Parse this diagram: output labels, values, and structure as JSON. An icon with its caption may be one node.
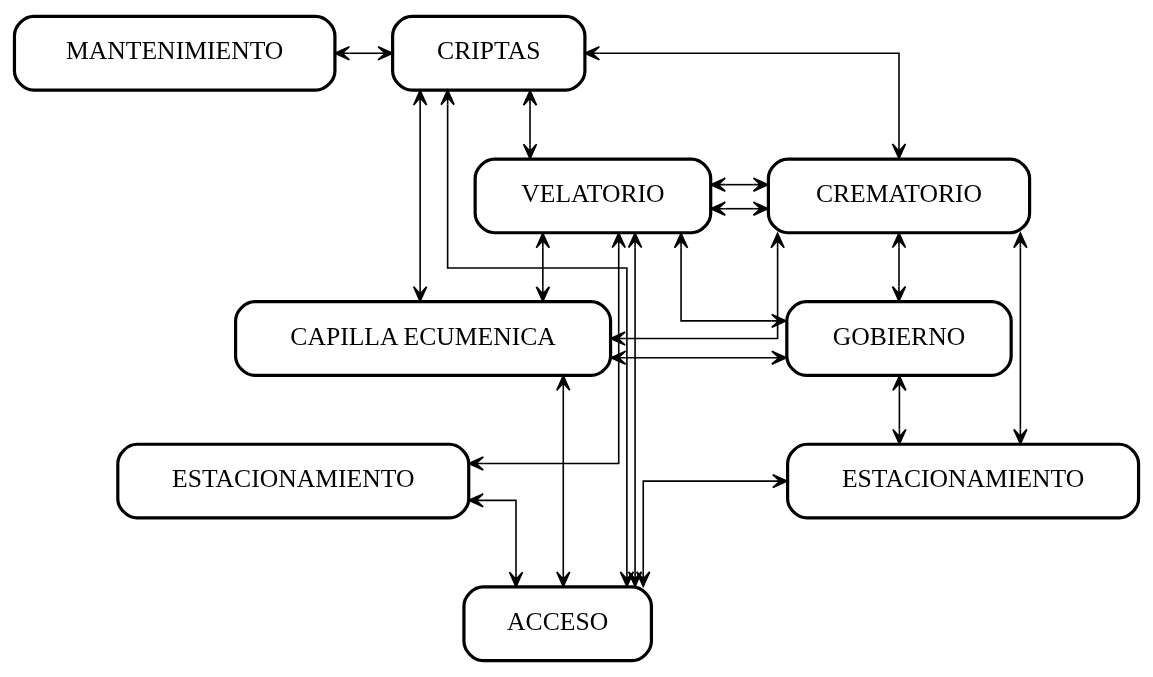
{
  "diagram": {
    "nodes": [
      {
        "text": [
          "MANTENIMIENTO"
        ]
      },
      {
        "text": [
          "CRIPTAS"
        ]
      },
      {
        "text": [
          "VELATORIO"
        ]
      },
      {
        "text": [
          "CREMATORIO"
        ]
      },
      {
        "text": [
          "CAPILLA ECUMENICA"
        ]
      },
      {
        "text": [
          "GOBIERNO"
        ]
      },
      {
        "text": [
          "ESTACIONAMIENTO"
        ]
      },
      {
        "text": [
          "ESTACIONAMIENTO"
        ]
      },
      {
        "text": [
          "ACCESO"
        ]
      }
    ],
    "edges": [
      {
        "from": 0,
        "to": 1,
        "arrow": "both"
      },
      {
        "from": 1,
        "to": 2,
        "arrow": "both"
      },
      {
        "from": 1,
        "to": 3,
        "arrow": "both"
      },
      {
        "from": 1,
        "to": 4,
        "arrow": "both"
      },
      {
        "from": 1,
        "to": 8,
        "arrow": "both"
      },
      {
        "from": 2,
        "to": 8,
        "arrow": "both"
      },
      {
        "from": 2,
        "to": 3,
        "arrow": "both"
      },
      {
        "from": 2,
        "to": 5,
        "arrow": "both"
      },
      {
        "from": 2,
        "to": 4,
        "arrow": "both"
      },
      {
        "from": 2,
        "to": 3,
        "arrow": "both"
      },
      {
        "from": 4,
        "to": 3,
        "arrow": "both"
      },
      {
        "from": 4,
        "to": 5,
        "arrow": "both"
      },
      {
        "from": 5,
        "to": 3,
        "arrow": "both"
      },
      {
        "from": 4,
        "to": 8,
        "arrow": "both"
      },
      {
        "from": 2,
        "to": 6,
        "arrow": "both"
      },
      {
        "from": 5,
        "to": 7,
        "arrow": "both"
      },
      {
        "from": 3,
        "to": 7,
        "arrow": "both"
      },
      {
        "from": 6,
        "to": 8,
        "arrow": "both"
      },
      {
        "from": 7,
        "to": 8,
        "arrow": "both"
      }
    ]
  }
}
